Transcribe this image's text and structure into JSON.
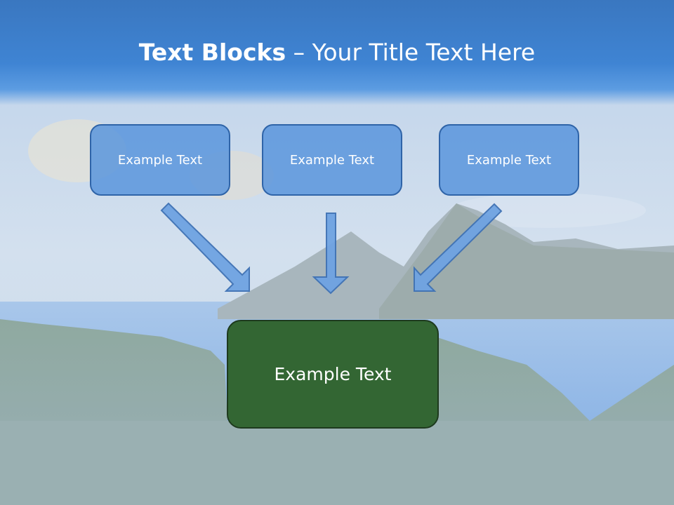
{
  "title": {
    "bold": "Text Blocks",
    "separator": " – ",
    "rest": "Your Title Text Here"
  },
  "top_boxes": [
    {
      "label": "Example Text"
    },
    {
      "label": "Example Text"
    },
    {
      "label": "Example Text"
    }
  ],
  "bottom_box": {
    "label": "Example Text"
  },
  "colors": {
    "title_bar": "#3f84d3",
    "top_box_fill": "#5692dc",
    "bottom_box_fill": "#336633",
    "arrow_fill": "#6fa3e2"
  }
}
